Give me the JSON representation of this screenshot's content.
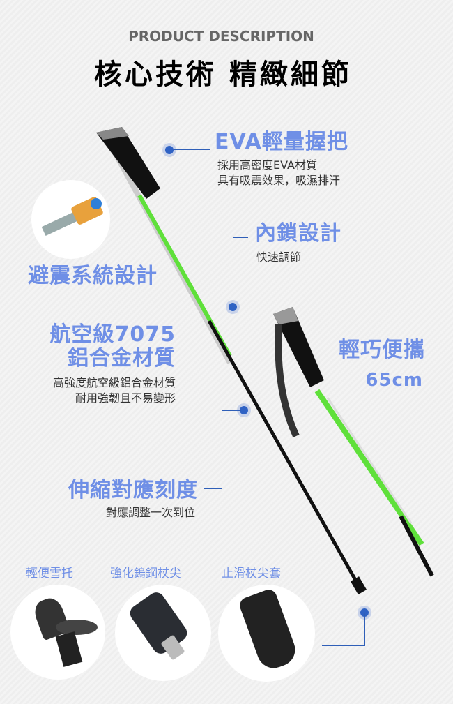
{
  "header": {
    "subtitle": "PRODUCT DESCRIPTION",
    "title": "核心技術 精緻細節"
  },
  "features": {
    "grip": {
      "title": "EVA輕量握把",
      "lines": [
        "採用高密度EVA材質",
        "具有吸震效果，吸濕排汗"
      ]
    },
    "shock": {
      "title": "避震系統設計"
    },
    "lock": {
      "title": "內鎖設計",
      "lines": [
        "快速調節"
      ]
    },
    "material": {
      "title_lines": [
        "航空級7075",
        "鋁合金材質"
      ],
      "lines": [
        "高強度航空級鋁合金材質",
        "耐用強韌且不易變形"
      ]
    },
    "portable": {
      "title": "輕巧便攜",
      "length": "65cm"
    },
    "scale": {
      "title": "伸縮對應刻度",
      "lines": [
        "對應調整一次到位"
      ]
    }
  },
  "accessories": [
    {
      "label": "輕便雪托"
    },
    {
      "label": "強化鎢鋼杖尖"
    },
    {
      "label": "止滑杖尖套"
    }
  ],
  "colors": {
    "accent": "#6f8fe6",
    "dot": "#2f62c4",
    "pole_green": "#5fe03a"
  }
}
